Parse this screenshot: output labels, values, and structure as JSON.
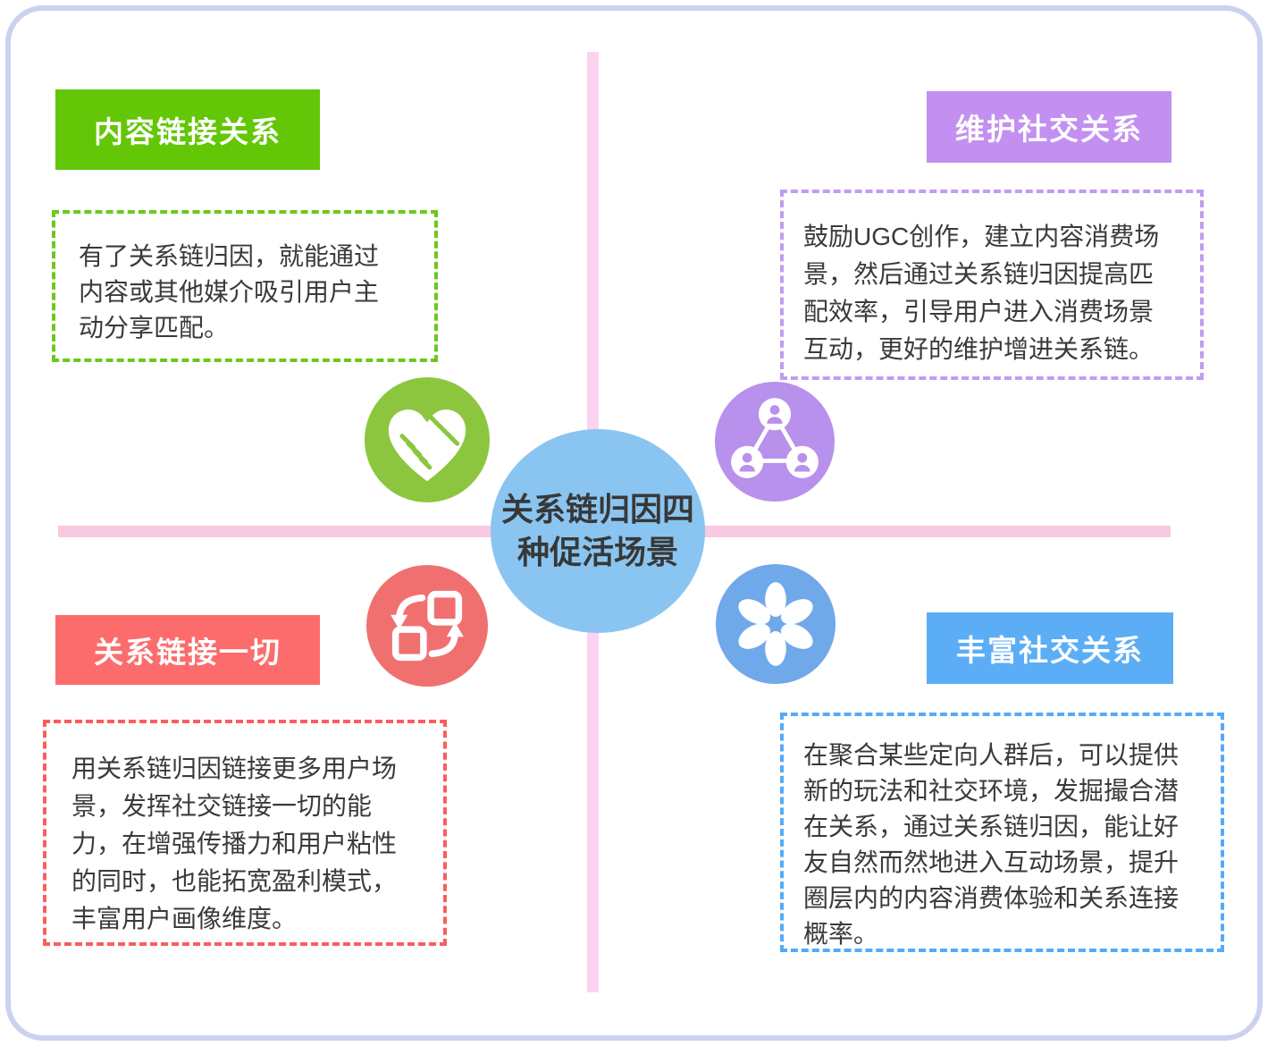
{
  "frame": {
    "border_color": "#CBD2F1",
    "background": "#FFFFFF"
  },
  "axes": {
    "vertical_color": "#FBD3F1",
    "horizontal_color": "#F9C9E0"
  },
  "center_node": {
    "lines": [
      "关系链归因四",
      "种促活场景"
    ],
    "fill_color": "#8AC5F1",
    "text_color": "#383838"
  },
  "quadrants": [
    {
      "position": "top-left",
      "label": "内容链接关系",
      "description_lines": [
        "有了关系链归因，就能通过",
        "内容或其他媒介吸引用户主",
        "动分享匹配。"
      ],
      "accent_color": "#63C606",
      "dash_border_color": "#6CC81A",
      "icon": "heart-handshake-icon",
      "icon_color": "#8CC63F"
    },
    {
      "position": "top-right",
      "label": "维护社交关系",
      "description_lines": [
        "鼓励UGC创作，建立内容消费场",
        "景，然后通过关系链归因提高匹",
        "配效率，引导用户进入消费场景",
        "互动，更好的维护增进关系链。"
      ],
      "accent_color": "#C38FF0",
      "dash_border_color": "#C09CF2",
      "icon": "user-network-icon",
      "icon_color": "#B791EC"
    },
    {
      "position": "bottom-left",
      "label": "关系链接一切",
      "description_lines": [
        "用关系链归因链接更多用户场",
        "景，发挥社交链接一切的能",
        "力，在增强传播力和用户粘性",
        "的同时，也能拓宽盈利模式，",
        "丰富用户画像维度。"
      ],
      "accent_color": "#FC6C6C",
      "dash_border_color": "#FB5D5D",
      "icon": "sync-squares-icon",
      "icon_color": "#F07070"
    },
    {
      "position": "bottom-right",
      "label": "丰富社交关系",
      "description_lines": [
        "在聚合某些定向人群后，可以提供",
        "新的玩法和社交环境，发掘撮合潜",
        "在关系，通过关系链归因，能让好",
        "友自然而然地进入互动场景，提升",
        "圈层内的内容消费体验和关系连接",
        "概率。"
      ],
      "accent_color": "#5BADF6",
      "dash_border_color": "#55AAF8",
      "icon": "flower-icon",
      "icon_color": "#70A9E9"
    }
  ]
}
